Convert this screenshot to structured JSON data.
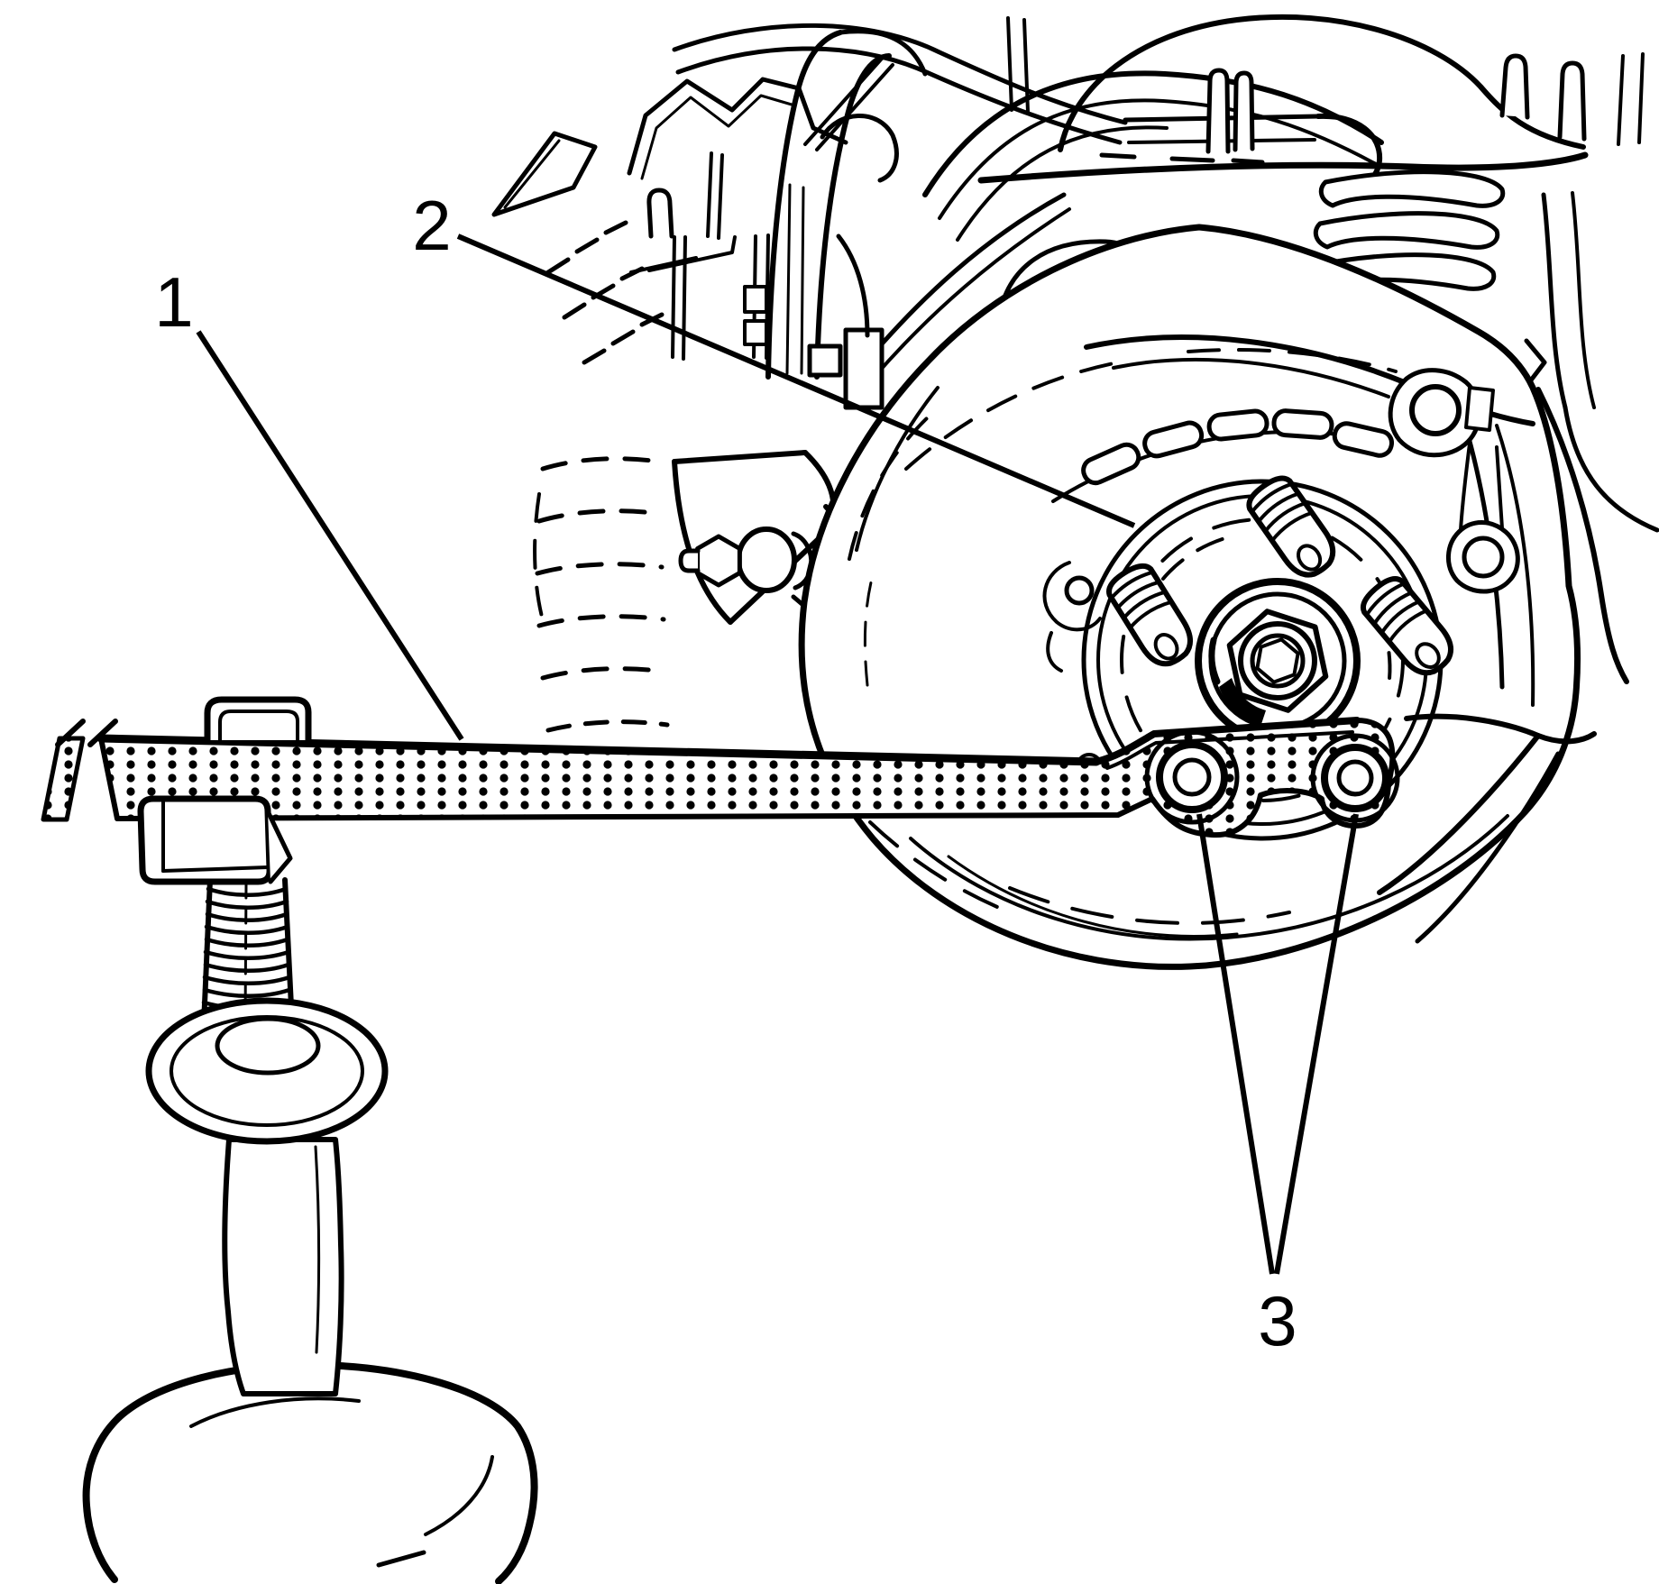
{
  "figure": {
    "callouts": {
      "one": {
        "label": "1"
      },
      "two": {
        "label": "2"
      },
      "three": {
        "label": "3"
      }
    },
    "colors": {
      "ink": "#000000",
      "paper": "#ffffff"
    }
  }
}
